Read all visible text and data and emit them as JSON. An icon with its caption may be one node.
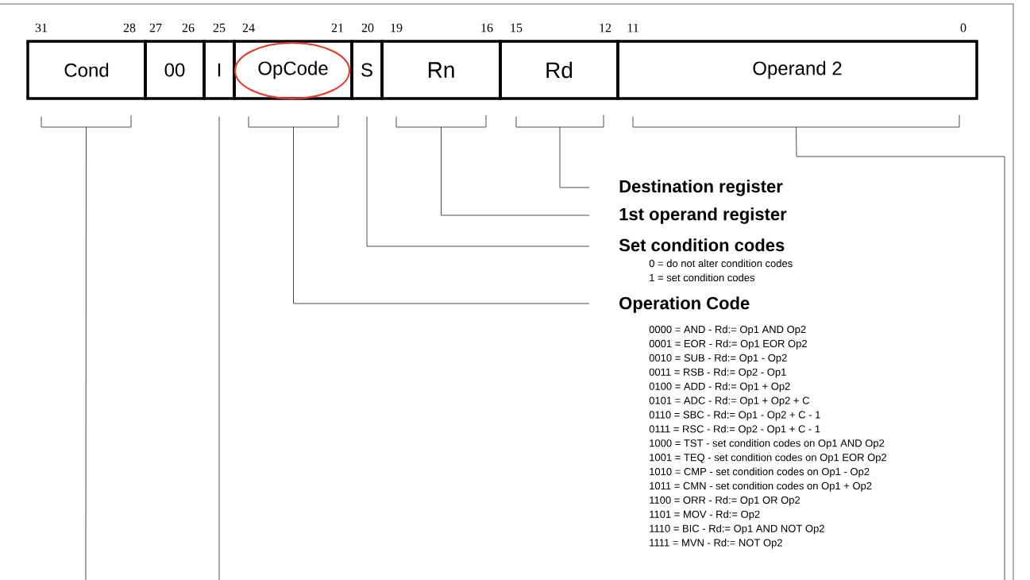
{
  "diagram": {
    "nodes": [
      {
        "text": [
          "Cond"
        ]
      },
      {
        "text": [
          "00"
        ]
      },
      {
        "text": [
          "I"
        ]
      },
      {
        "text": [
          "OpCode"
        ]
      },
      {
        "text": [
          "S"
        ]
      },
      {
        "text": [
          "Rn"
        ]
      },
      {
        "text": [
          "Rd"
        ]
      },
      {
        "text": [
          "Operand 2"
        ]
      },
      {
        "text": [
          "Destination register"
        ]
      },
      {
        "text": [
          "1st operand register"
        ]
      },
      {
        "text": [
          "Set condition codes",
          "0 = do not alter condition codes",
          "1 = set condition codes"
        ]
      },
      {
        "text": [
          "Operation Code",
          "0000 = AND - Rd:= Op1 AND Op2",
          "0001 = EOR - Rd:= Op1 EOR Op2",
          "0010 = SUB - Rd:= Op1 - Op2",
          "0011 = RSB - Rd:= Op2 - Op1",
          "0100 = ADD - Rd:= Op1 + Op2",
          "0101 = ADC - Rd:= Op1 + Op2 + C",
          "0110 = SBC - Rd:= Op1 - Op2 + C - 1",
          "0111 = RSC - Rd:= Op2 - Op1 + C - 1",
          "1000 = TST - set condition codes on Op1 AND Op2",
          "1001 = TEQ - set condition codes on Op1 EOR Op2",
          "1010 = CMP - set condition codes on Op1 - Op2",
          "1011 = CMN - set condition codes on Op1 + Op2",
          "1100 = ORR - Rd:= Op1 OR Op2",
          "1101 = MOV - Rd:= Op2",
          "1110 = BIC - Rd:= Op1 AND NOT Op2",
          "1111 = MVN - Rd:= NOT Op2"
        ]
      }
    ],
    "edges": [
      {
        "from": 0,
        "to": null,
        "arrow": "none"
      },
      {
        "from": 2,
        "to": null,
        "arrow": "none"
      },
      {
        "from": 3,
        "to": 11,
        "arrow": "none"
      },
      {
        "from": 4,
        "to": 10,
        "arrow": "none"
      },
      {
        "from": 5,
        "to": 9,
        "arrow": "none"
      },
      {
        "from": 6,
        "to": 8,
        "arrow": "none"
      },
      {
        "from": 7,
        "to": null,
        "arrow": "none"
      }
    ],
    "labels": [
      "31",
      "28",
      "27",
      "26",
      "25",
      "24",
      "21",
      "20",
      "19",
      "16",
      "15",
      "12",
      "11",
      "0"
    ]
  }
}
